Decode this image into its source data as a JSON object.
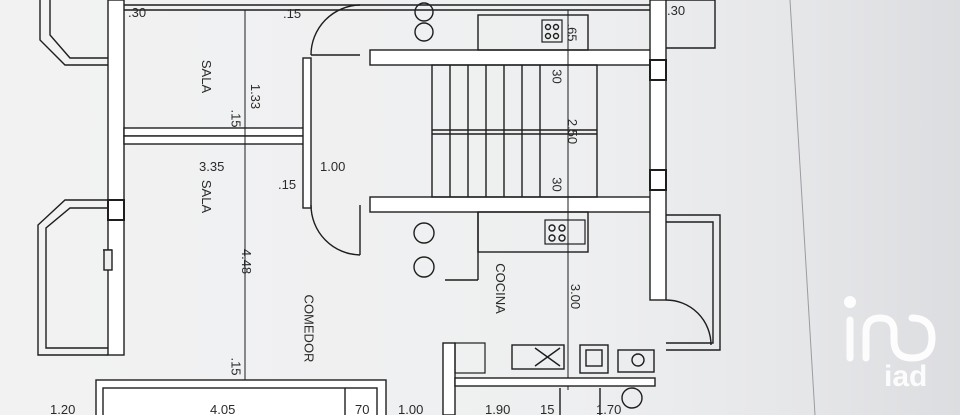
{
  "rooms": {
    "sala_top": "SALA",
    "sala_bottom": "SALA",
    "cocina": "COCINA",
    "comedor": "COMEDOR"
  },
  "dimensions": {
    "top_left_30": ".30",
    "top_right_30": ".30",
    "top_15": ".15",
    "dim_133": "1.33",
    "dim_15_a": ".15",
    "dim_335": "3.35",
    "dim_100": "1.00",
    "dim_15_b": ".15",
    "dim_448": "4.48",
    "dim_15_c": ".15",
    "stair_30_top": "30",
    "stair_250": "2.50",
    "stair_30_bottom": "30",
    "dim_300": "3.00",
    "dim_65": ".65",
    "bottom_120": "1.20",
    "bottom_405": "4.05",
    "bottom_70": "70",
    "bottom_100": "1.00",
    "bottom_190": "1.90",
    "bottom_15": "15",
    "bottom_170": "1.70"
  },
  "logo": {
    "text": "iad",
    "color": "#ffffff"
  },
  "colors": {
    "ink": "#1f1f1f",
    "paper": "#f2f2f3"
  }
}
